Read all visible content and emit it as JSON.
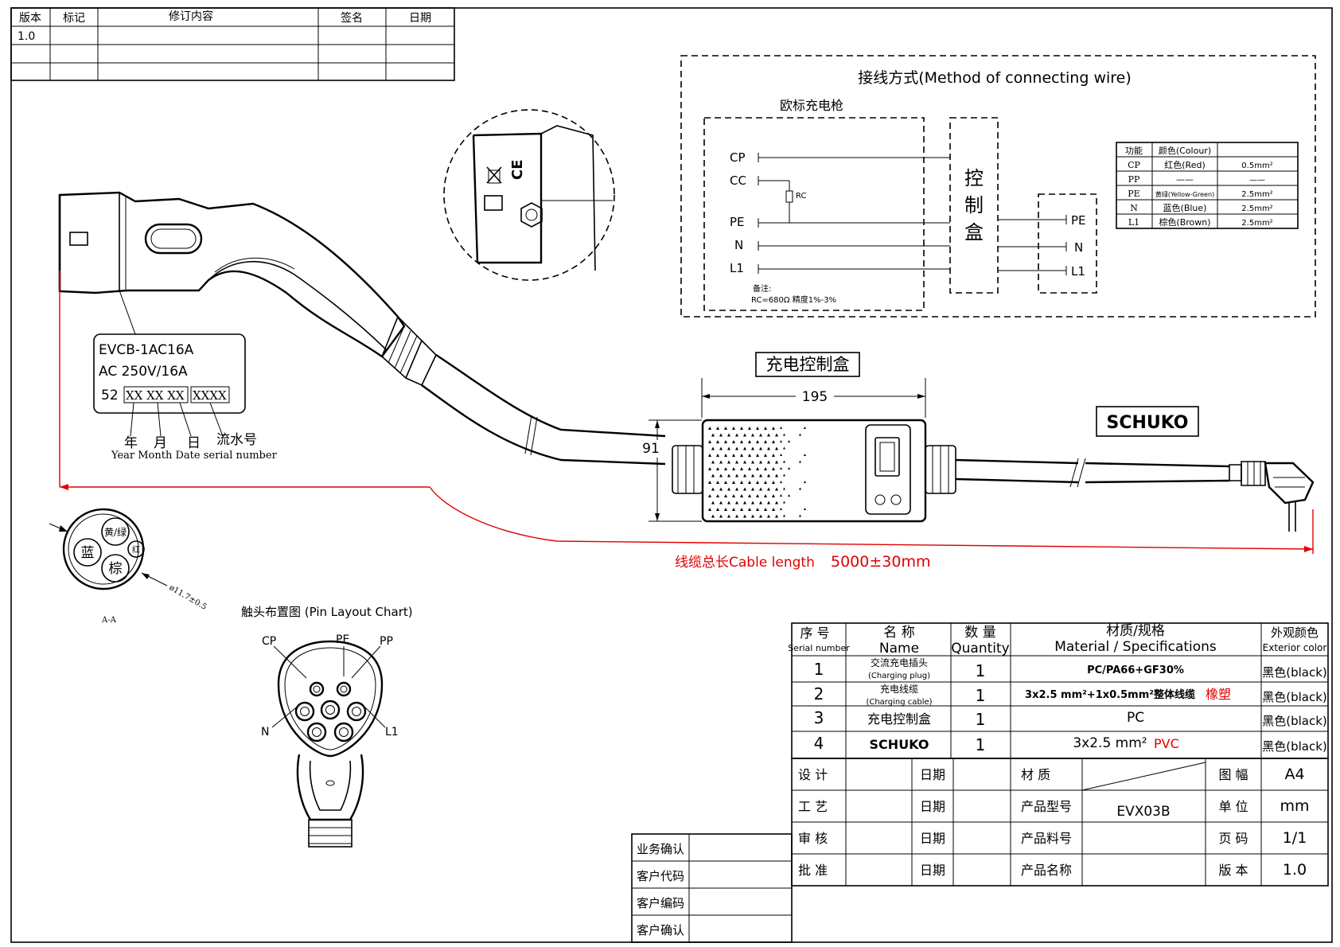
{
  "revision_table": {
    "headers": [
      "版本",
      "标记",
      "修订内容",
      "签名",
      "日期"
    ],
    "rows": [
      [
        "1.0",
        "",
        "",
        "",
        ""
      ],
      [
        "",
        "",
        "",
        "",
        ""
      ],
      [
        "",
        "",
        "",
        "",
        ""
      ]
    ]
  },
  "wiring": {
    "title": "接线方式(Method    of    connecting    wire)",
    "plug_label": "欧标充电枪",
    "left_pins": [
      "CP",
      "CC",
      "PE",
      "N",
      "L1"
    ],
    "rc_label": "RC",
    "control_box_chars": [
      "控",
      "制",
      "盒"
    ],
    "right_pins": [
      "PE",
      "N",
      "L1"
    ],
    "note_line1": "备注:",
    "note_line2": "RC=680Ω  精度1%-3%",
    "color_table": {
      "headers": [
        "功能",
        "颜色(Colour)",
        ""
      ],
      "rows": [
        [
          "CP",
          "红色(Red)",
          "0.5mm²"
        ],
        [
          "PP",
          "——",
          "——"
        ],
        [
          "PE",
          "黄绿(Yellow-Green)",
          "2.5mm²"
        ],
        [
          "N",
          "蓝色(Blue)",
          "2.5mm²"
        ],
        [
          "L1",
          "棕色(Brown)",
          "2.5mm²"
        ]
      ]
    }
  },
  "label_plate": {
    "model": "EVCB-1AC16A",
    "rating": "AC 250V/16A",
    "prefix": "52",
    "date_code": "XX XX XX",
    "serial_code": "XXXX",
    "legend_cn": [
      "年",
      "月",
      "日",
      "流水号"
    ],
    "legend_en": "Year Month Date serial number"
  },
  "control_box": {
    "title": "充电控制盒",
    "width_dim": "195",
    "height_dim": "91"
  },
  "schuko_label": "SCHUKO",
  "cable_length": {
    "label": "线缆总长Cable length",
    "value": "5000±30mm"
  },
  "cross_section": {
    "cores": [
      "黄/绿",
      "红",
      "蓝",
      "棕"
    ],
    "diameter": "ø11.7±0.5",
    "section_label": "A-A"
  },
  "pin_layout": {
    "title": "触头布置图 (Pin Layout Chart)",
    "pins": [
      "CP",
      "PE",
      "PP",
      "N",
      "L1"
    ]
  },
  "bom": {
    "headers": {
      "serial_cn": "序 号",
      "serial_en": "Serial  number",
      "name_cn": "名 称",
      "name_en": "Name",
      "qty_cn": "数 量",
      "qty_en": "Quantity",
      "mat_cn": "材质/规格",
      "mat_en": "Material / Specifications",
      "color_cn": "外观颜色",
      "color_en": "Exterior  color"
    },
    "rows": [
      {
        "no": "1",
        "name_cn": "交流充电插头",
        "name_en": "(Charging   plug)",
        "qty": "1",
        "material": "PC/PA66+GF30%",
        "material_red": "",
        "color": "黑色(black)"
      },
      {
        "no": "2",
        "name_cn": "充电线缆",
        "name_en": "(Charging    cable)",
        "qty": "1",
        "material": "3x2.5 mm²+1x0.5mm²整体线缆",
        "material_red": "橡塑",
        "color": "黑色(black)"
      },
      {
        "no": "3",
        "name_cn": "充电控制盒",
        "name_en": "",
        "qty": "1",
        "material": "PC",
        "material_red": "",
        "color": "黑色(black)"
      },
      {
        "no": "4",
        "name_cn": "SCHUKO",
        "name_en": "",
        "qty": "1",
        "material": "3x2.5 mm²",
        "material_red": "PVC",
        "color": "黑色(black)"
      }
    ]
  },
  "title_block": {
    "rows": [
      {
        "role": "设 计",
        "date": "日期",
        "field": "材 质",
        "value": "",
        "key2": "图 幅",
        "val2": "A4"
      },
      {
        "role": "工 艺",
        "date": "日期",
        "field": "产品型号",
        "value": "EVX03B",
        "key2": "单 位",
        "val2": "mm"
      },
      {
        "role": "审 核",
        "date": "日期",
        "field": "产品料号",
        "value": "",
        "key2": "页 码",
        "val2": "1/1"
      },
      {
        "role": "批 准",
        "date": "日期",
        "field": "产品名称",
        "value": "",
        "key2": "版 本",
        "val2": "1.0"
      }
    ]
  },
  "customer_block": [
    "业务确认",
    "客户代码",
    "客户编码",
    "客户确认"
  ]
}
